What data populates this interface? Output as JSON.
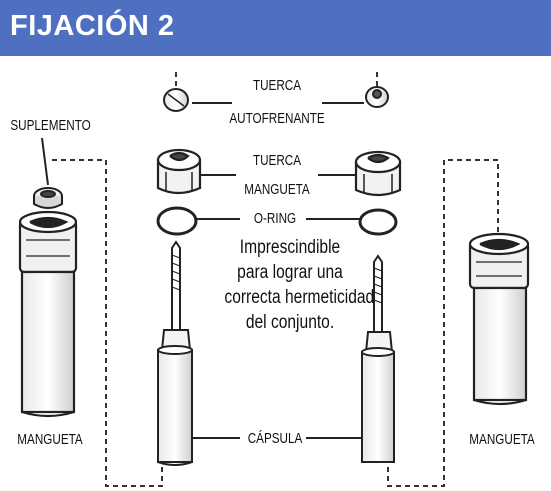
{
  "header": {
    "title": "FIJACIÓN 2",
    "background": "#4f6fc0"
  },
  "labels": {
    "tuerca_autofrenante": [
      "TUERCA",
      "AUTOFRENANTE"
    ],
    "tuerca_mangueta": [
      "TUERCA",
      "MANGUETA"
    ],
    "o_ring": "O-RING",
    "suplemento": "SUPLEMENTO",
    "mangueta_left": "MANGUETA",
    "mangueta_right": "MANGUETA",
    "capsula": "CÁPSULA"
  },
  "note_lines": [
    "Imprescindible",
    "para lograr una",
    "correcta hermeticidad",
    "del conjunto."
  ]
}
